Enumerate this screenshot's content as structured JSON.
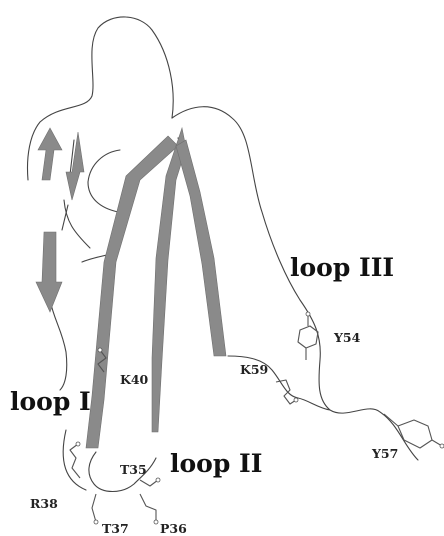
{
  "loops": {
    "loop_1": "loop I",
    "loop_2": "loop II",
    "loop_3": "loop III"
  },
  "residues": {
    "k40": "K40",
    "k59": "K59",
    "y54": "Y54",
    "y57": "Y57",
    "t35": "T35",
    "r38": "R38",
    "t37": "T37",
    "p36": "P36"
  },
  "colors": {
    "strand_fill": "#8a8a8a",
    "backbone": "#444444",
    "text": "#111111"
  }
}
